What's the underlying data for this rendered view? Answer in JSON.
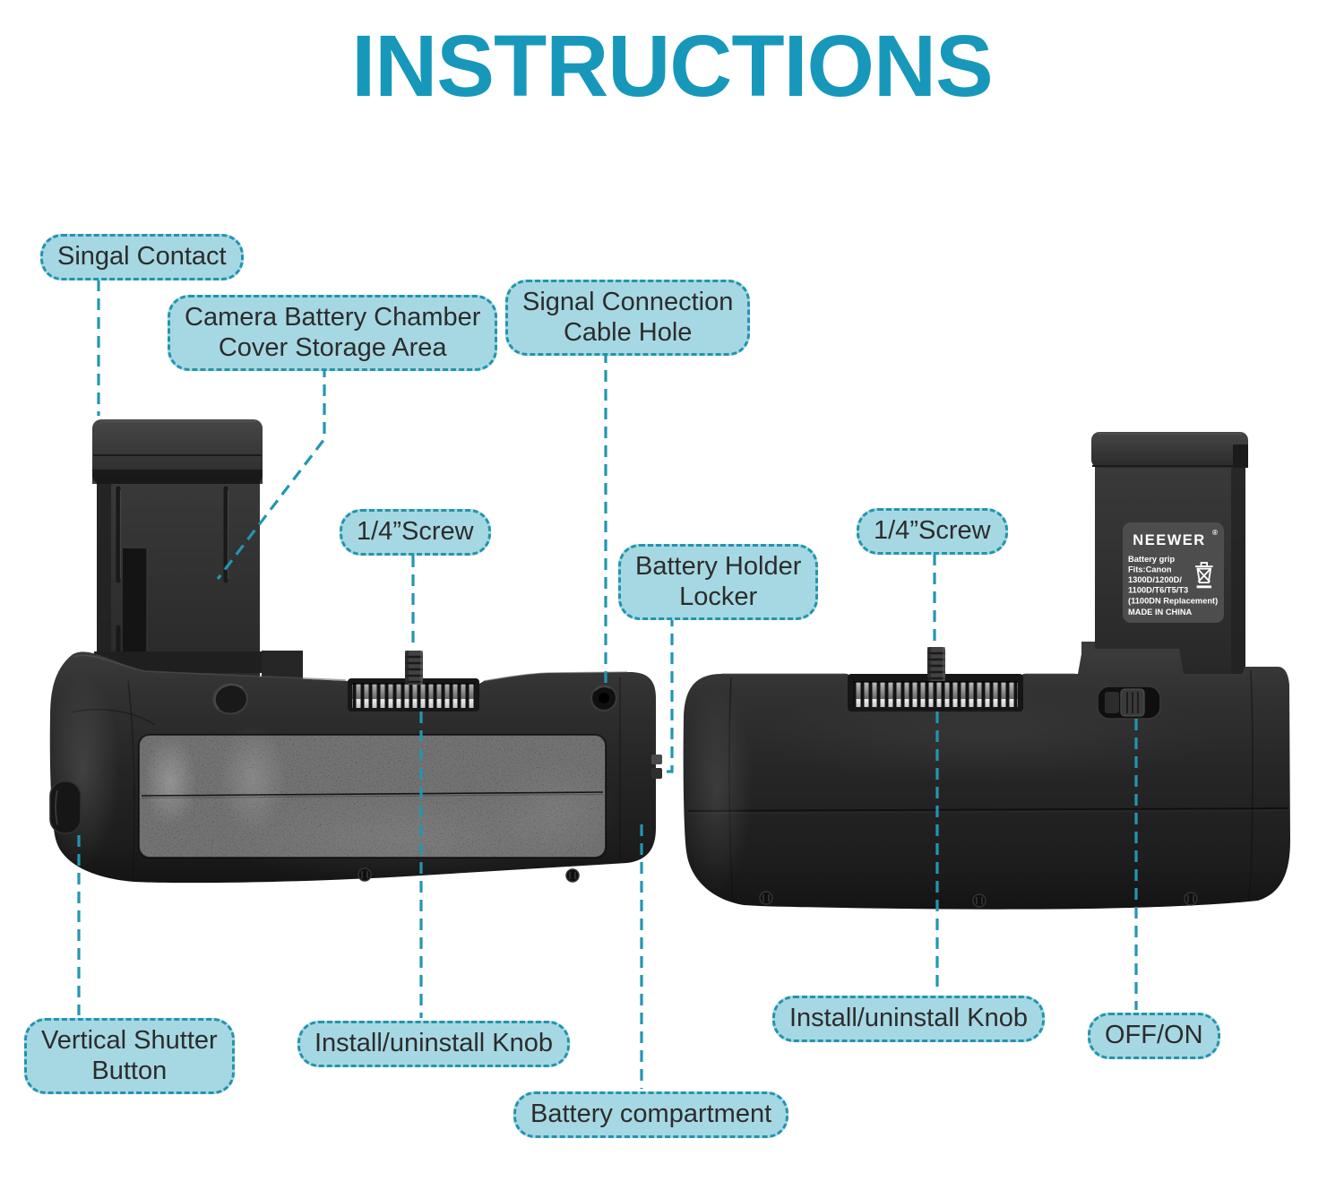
{
  "title": "INSTRUCTIONS",
  "callouts": {
    "singal_contact": {
      "lines": [
        "Singal Contact"
      ]
    },
    "camera_battery_chamber": {
      "lines": [
        "Camera Battery Chamber",
        "Cover Storage Area"
      ]
    },
    "signal_connection_cable_hole": {
      "lines": [
        "Signal Connection",
        "Cable Hole"
      ]
    },
    "quarter_screw_left": {
      "lines": [
        "1/4”Screw"
      ]
    },
    "battery_holder_locker": {
      "lines": [
        "Battery Holder",
        "Locker"
      ]
    },
    "quarter_screw_right": {
      "lines": [
        "1/4”Screw"
      ]
    },
    "vertical_shutter_button": {
      "lines": [
        "Vertical Shutter",
        "Button"
      ]
    },
    "install_uninstall_knob_left": {
      "lines": [
        "Install/uninstall Knob"
      ]
    },
    "battery_compartment": {
      "lines": [
        "Battery compartment"
      ]
    },
    "install_uninstall_knob_right": {
      "lines": [
        "Install/uninstall Knob"
      ]
    },
    "off_on": {
      "lines": [
        "OFF/ON"
      ]
    }
  },
  "product_label": {
    "brand": "NEEWER",
    "registered_mark": "®",
    "lines": [
      "Battery grip",
      "Fits:Canon",
      "1300D/1200D/",
      "1100D/T6/T5/T3",
      "(1100DN Replacement)",
      "MADE IN CHINA"
    ]
  },
  "colors": {
    "title": "#1798ba",
    "callout_fill": "#a6d8e3",
    "callout_border": "#2394ae",
    "callout_text": "#2c2c2c",
    "connector": "#2296b2"
  },
  "icons": {
    "weee": "crossed-out-wheelie-bin-icon"
  }
}
